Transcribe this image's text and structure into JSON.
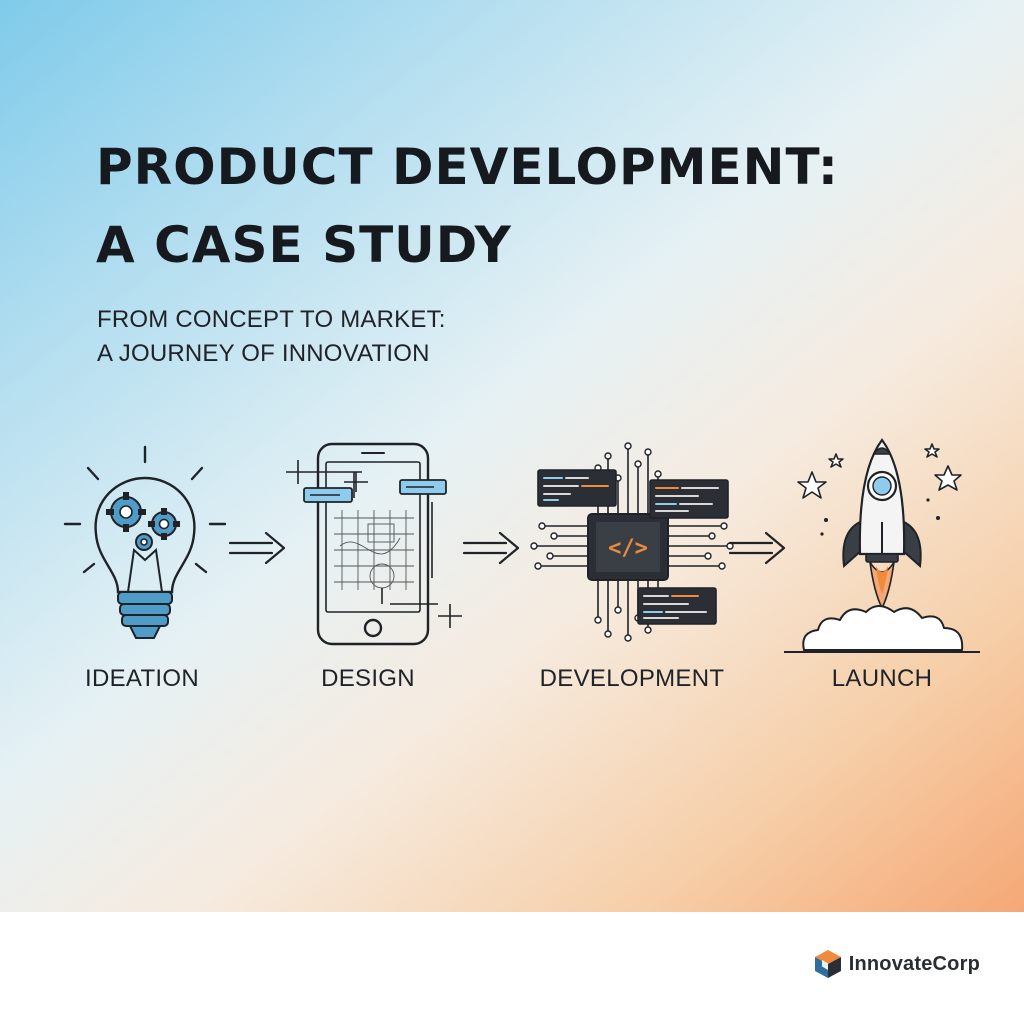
{
  "title": {
    "line1": "PRODUCT DEVELOPMENT:",
    "line2": "A CASE STUDY"
  },
  "subtitle": {
    "line1": "FROM CONCEPT TO MARKET:",
    "line2": "A JOURNEY OF INNOVATION"
  },
  "stages": [
    {
      "label": "IDEATION",
      "icon": "lightbulb-gears-icon"
    },
    {
      "label": "DESIGN",
      "icon": "phone-wireframe-icon"
    },
    {
      "label": "DEVELOPMENT",
      "icon": "chip-code-icon"
    },
    {
      "label": "LAUNCH",
      "icon": "rocket-icon"
    }
  ],
  "code_glyph": "</>",
  "brand": {
    "name": "InnovateCorp",
    "logo_icon": "cube-logo-icon"
  },
  "colors": {
    "gradient_blue": "#7fcbea",
    "gradient_orange": "#f5a876",
    "ink": "#161a1f",
    "icon_blue": "#4f9cc9",
    "accent_orange": "#f08a3c"
  }
}
